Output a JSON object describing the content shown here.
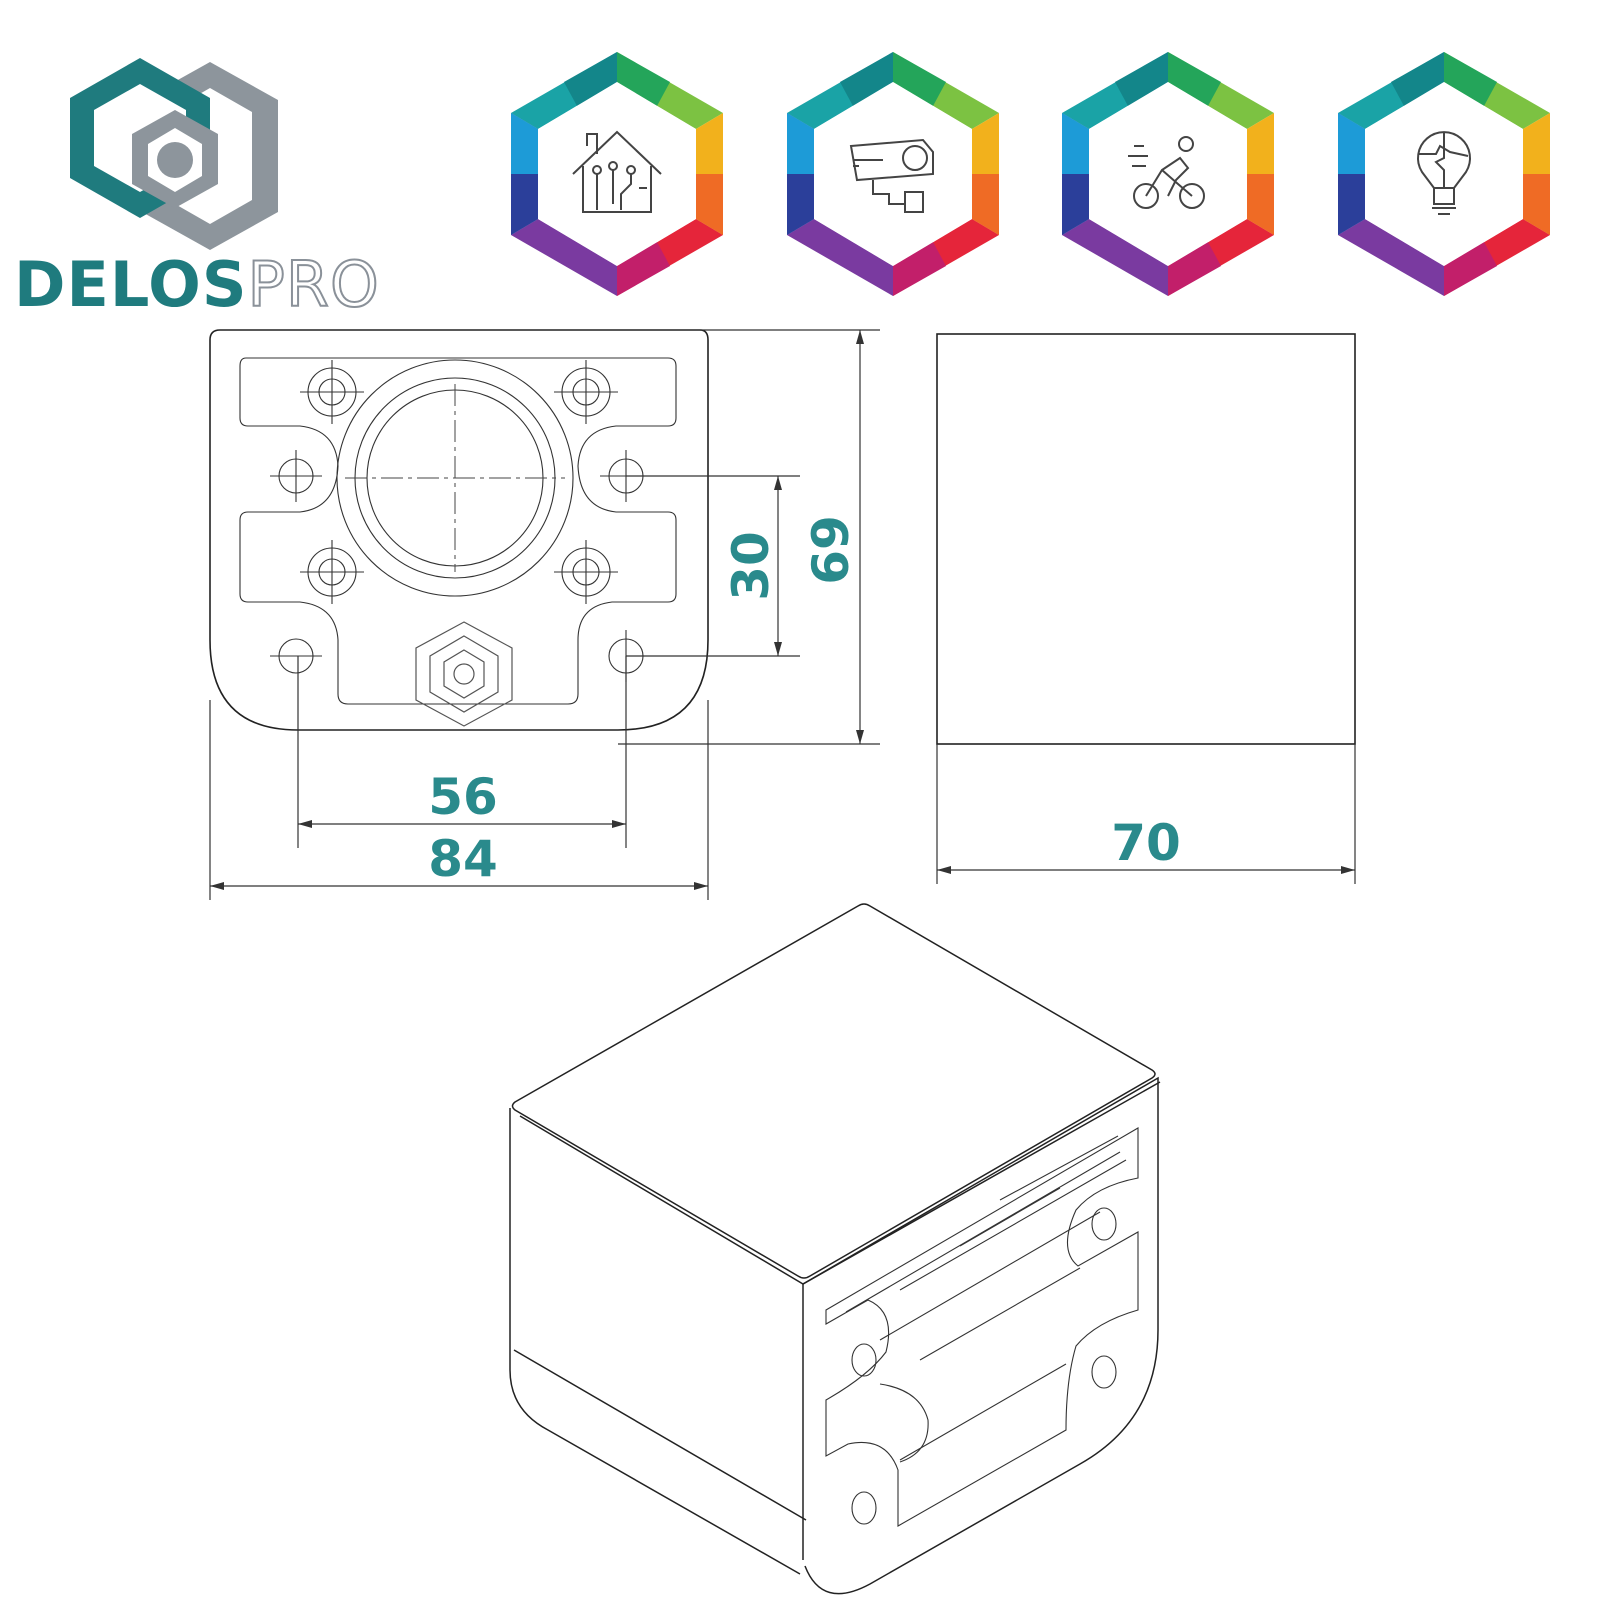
{
  "logo": {
    "text_left": "DELOS",
    "text_right": "PRO",
    "color_left": "#1f7b7e",
    "color_right": "#8a9199"
  },
  "badges": [
    {
      "icon": "smart-home-icon"
    },
    {
      "icon": "security-camera-icon"
    },
    {
      "icon": "cyclist-icon"
    },
    {
      "icon": "lightbulb-puzzle-icon"
    }
  ],
  "dimensions": {
    "width_outer": "84",
    "width_holes": "56",
    "height_outer": "69",
    "height_holes": "30",
    "depth": "70"
  },
  "colors": {
    "dimension_text": "#2a8a8c",
    "line": "#222222"
  }
}
